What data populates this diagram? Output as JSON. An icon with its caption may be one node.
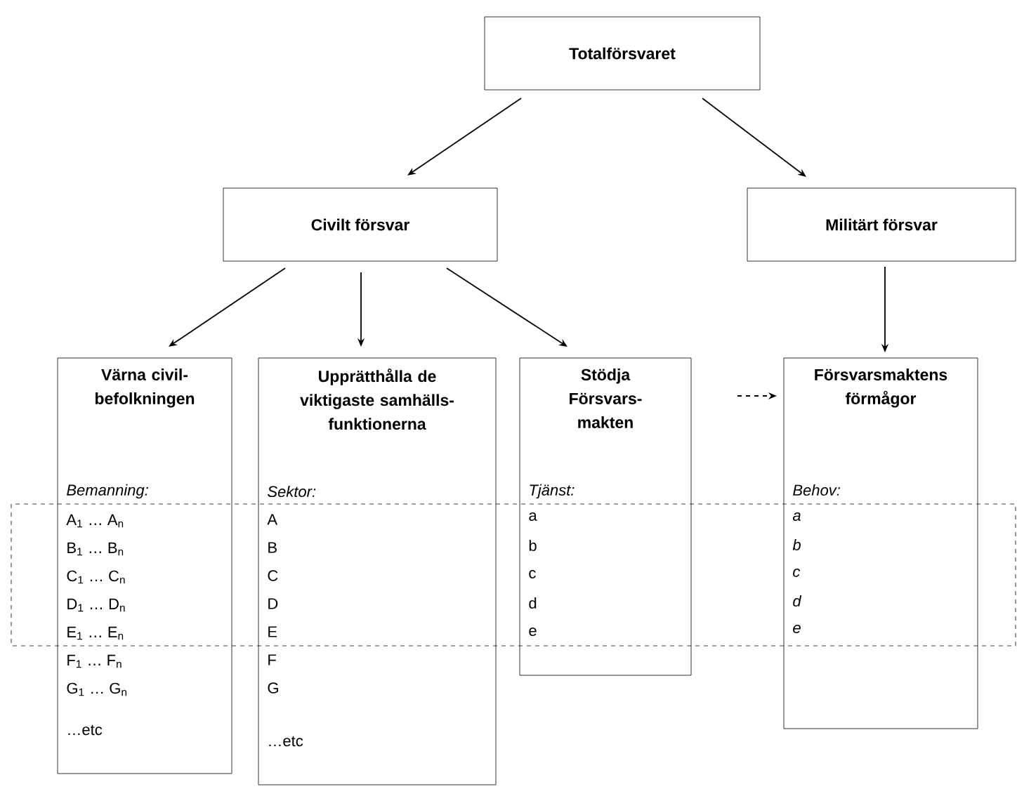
{
  "diagram": {
    "nodes": [
      {
        "text": [
          "Totalförsvaret"
        ]
      },
      {
        "text": [
          "Civilt försvar"
        ]
      },
      {
        "text": [
          "Militärt försvar"
        ]
      },
      {
        "text": [
          "Värna civil- befolkningen",
          "Bemanning:",
          "A$_{1}$ … A$_{n}$",
          "B$_{1}$ … B$_{n}$",
          "C$_{1}$ … C$_{n}$",
          "D$_{1}$ … D$_{n}$",
          "E$_{1}$ … E$_{n}$",
          "F$_{1}$ … F$_{n}$",
          "G$_{1}$ … G$_{n}$",
          "…etc"
        ]
      },
      {
        "text": [
          "Upprätthålla de viktigaste samhälls- funktionerna",
          "Sektor:",
          "A",
          "B",
          "C",
          "D",
          "E",
          "F",
          "G",
          "…etc"
        ]
      },
      {
        "text": [
          "Stödja Försvars- makten",
          "Tjänst:",
          "a",
          "b",
          "c",
          "d",
          "e"
        ]
      },
      {
        "text": [
          "Försvarsmaktens förmågor",
          "Behov:",
          "a",
          "b",
          "c",
          "d",
          "e"
        ]
      }
    ],
    "edges": [
      {
        "from": 0,
        "to": 1,
        "arrow": "to"
      },
      {
        "from": 0,
        "to": 2,
        "arrow": "to"
      },
      {
        "from": 1,
        "to": 3,
        "arrow": "to"
      },
      {
        "from": 1,
        "to": 4,
        "arrow": "to"
      },
      {
        "from": 1,
        "to": 5,
        "arrow": "to"
      },
      {
        "from": 2,
        "to": 6,
        "arrow": "to"
      },
      {
        "from": 5,
        "to": 6,
        "arrow": "to",
        "style": "dashed"
      }
    ]
  }
}
